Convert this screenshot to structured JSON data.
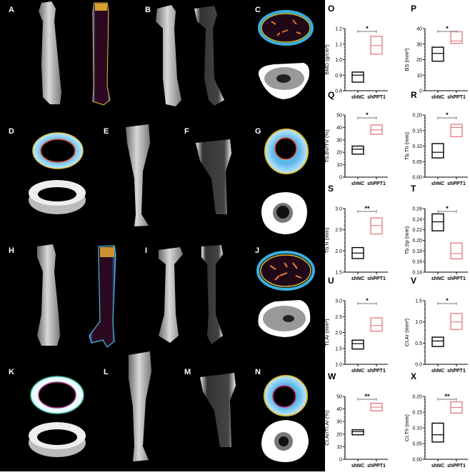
{
  "panel_labels": {
    "A": "A",
    "B": "B",
    "C": "C",
    "D": "D",
    "E": "E",
    "F": "F",
    "G": "G",
    "H": "H",
    "I": "I",
    "J": "J",
    "K": "K",
    "L": "L",
    "M": "M",
    "N": "N"
  },
  "colors": {
    "shNC": "#000000",
    "shPPT1": "#e8808a",
    "bracket": "#777777"
  },
  "chart_data": [
    {
      "panel": "O",
      "type": "box",
      "ylabel": "BMD (g/cm³)",
      "categories": [
        "shNC",
        "shPPT1"
      ],
      "ylim": [
        0.8,
        1.2
      ],
      "yticks": [
        "0.8",
        "0.9",
        "1.0",
        "1.1",
        "1.2"
      ],
      "series": [
        {
          "min": 0.855,
          "median": 0.9,
          "max": 0.92
        },
        {
          "min": 1.035,
          "median": 1.09,
          "max": 1.15
        }
      ],
      "significance": "*"
    },
    {
      "panel": "P",
      "type": "box",
      "ylabel": "BS (mm²)",
      "categories": [
        "shNC",
        "shPPT1"
      ],
      "ylim": [
        0,
        40
      ],
      "yticks": [
        "0",
        "10",
        "20",
        "30",
        "40"
      ],
      "series": [
        {
          "min": 19,
          "median": 24,
          "max": 28
        },
        {
          "min": 30.5,
          "median": 32,
          "max": 38
        }
      ],
      "significance": "*"
    },
    {
      "panel": "Q",
      "type": "box",
      "ylabel": "Tb.BV/TV (%)",
      "categories": [
        "shNC",
        "shPPT1"
      ],
      "ylim": [
        0,
        50
      ],
      "yticks": [
        "0",
        "10",
        "20",
        "30",
        "40",
        "50"
      ],
      "series": [
        {
          "min": 18.5,
          "median": 22.5,
          "max": 25
        },
        {
          "min": 34.5,
          "median": 38,
          "max": 42
        }
      ],
      "significance": "*"
    },
    {
      "panel": "R",
      "type": "box",
      "ylabel": "Tb.Th (mm)",
      "categories": [
        "shNC",
        "shPPT1"
      ],
      "ylim": [
        0,
        0.2
      ],
      "yticks": [
        "0.00",
        "0.05",
        "0.10",
        "0.15",
        "0.20"
      ],
      "series": [
        {
          "min": 0.062,
          "median": 0.08,
          "max": 0.108
        },
        {
          "min": 0.13,
          "median": 0.16,
          "max": 0.17
        }
      ],
      "significance": "*"
    },
    {
      "panel": "S",
      "type": "box",
      "ylabel": "Tb.N (mm)",
      "categories": [
        "shNC",
        "shPPT1"
      ],
      "ylim": [
        1.5,
        3.0
      ],
      "yticks": [
        "1.5",
        "2.0",
        "2.5",
        "3.0"
      ],
      "series": [
        {
          "min": 1.82,
          "median": 1.95,
          "max": 2.08
        },
        {
          "min": 2.4,
          "median": 2.6,
          "max": 2.78
        }
      ],
      "significance": "**"
    },
    {
      "panel": "T",
      "type": "box",
      "ylabel": "Tb.Sp (mm)",
      "categories": [
        "shNC",
        "shPPT1"
      ],
      "ylim": [
        0.14,
        0.26
      ],
      "yticks": [
        "0.14",
        "0.16",
        "0.18",
        "0.20",
        "0.22",
        "0.24",
        "0.26"
      ],
      "series": [
        {
          "min": 0.218,
          "median": 0.235,
          "max": 0.25
        },
        {
          "min": 0.165,
          "median": 0.175,
          "max": 0.195
        }
      ],
      "significance": "*"
    },
    {
      "panel": "U",
      "type": "box",
      "ylabel": "Tt.Ar (mm²)",
      "categories": [
        "shNC",
        "shPPT1"
      ],
      "ylim": [
        1.0,
        3.0
      ],
      "yticks": [
        "1.0",
        "1.5",
        "2.0",
        "2.5",
        "3.0"
      ],
      "series": [
        {
          "min": 1.48,
          "median": 1.65,
          "max": 1.76
        },
        {
          "min": 2.04,
          "median": 2.22,
          "max": 2.46
        }
      ],
      "significance": "*"
    },
    {
      "panel": "V",
      "type": "box",
      "ylabel": "Ct.Ar (mm²)",
      "categories": [
        "shNC",
        "shPPT1"
      ],
      "ylim": [
        0,
        1.5
      ],
      "yticks": [
        "0.0",
        "0.5",
        "1.0",
        "1.5"
      ],
      "series": [
        {
          "min": 0.42,
          "median": 0.55,
          "max": 0.64
        },
        {
          "min": 0.82,
          "median": 1.0,
          "max": 1.2
        }
      ],
      "significance": "*"
    },
    {
      "panel": "W",
      "type": "box",
      "ylabel": "Ct.Ar/Tt.Ar (%)",
      "categories": [
        "shNC",
        "shPPT1"
      ],
      "ylim": [
        0,
        50
      ],
      "yticks": [
        "0",
        "10",
        "20",
        "30",
        "40",
        "50"
      ],
      "series": [
        {
          "min": 19.5,
          "median": 22,
          "max": 23.5
        },
        {
          "min": 38.5,
          "median": 41.5,
          "max": 44.5
        }
      ],
      "significance": "**"
    },
    {
      "panel": "X",
      "type": "box",
      "ylabel": "Ct.Th (mm)",
      "categories": [
        "shNC",
        "shPPT1"
      ],
      "ylim": [
        0,
        0.2
      ],
      "yticks": [
        "0.00",
        "0.05",
        "0.10",
        "0.15",
        "0.20"
      ],
      "series": [
        {
          "min": 0.055,
          "median": 0.078,
          "max": 0.115
        },
        {
          "min": 0.147,
          "median": 0.165,
          "max": 0.183
        }
      ],
      "significance": "**"
    }
  ]
}
